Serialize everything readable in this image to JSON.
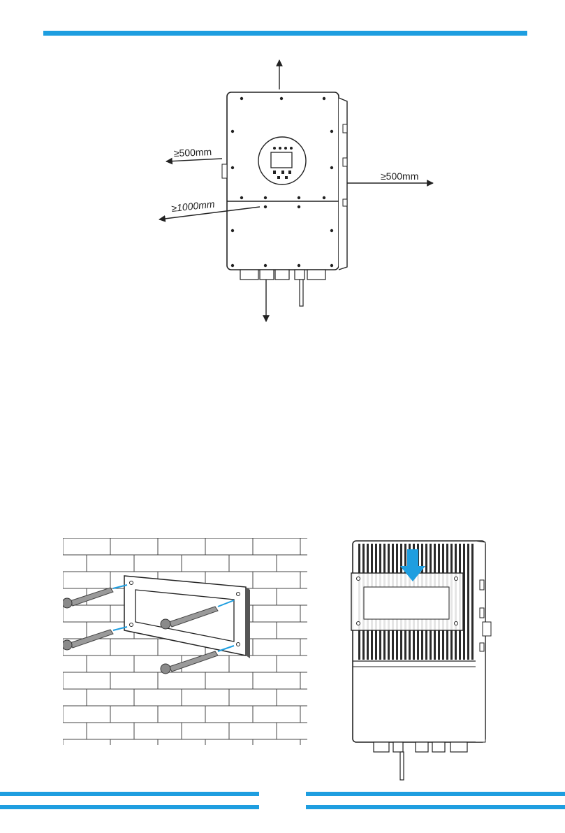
{
  "colors": {
    "accent": "#1e9ee0",
    "line": "#222222",
    "panel": "#ffffff",
    "heatsink": "#2b2b2b",
    "bolt": "#8a8a8a"
  },
  "clearance_diagram": {
    "left_side_label": "≥500mm",
    "right_side_label": "≥500mm",
    "front_label": "≥1000mm"
  },
  "figures": {
    "wall_anchor": {
      "icon": "brick-wall-bracket-bolts"
    },
    "inverter_hang": {
      "icon": "inverter-on-bracket-down-arrow"
    }
  }
}
